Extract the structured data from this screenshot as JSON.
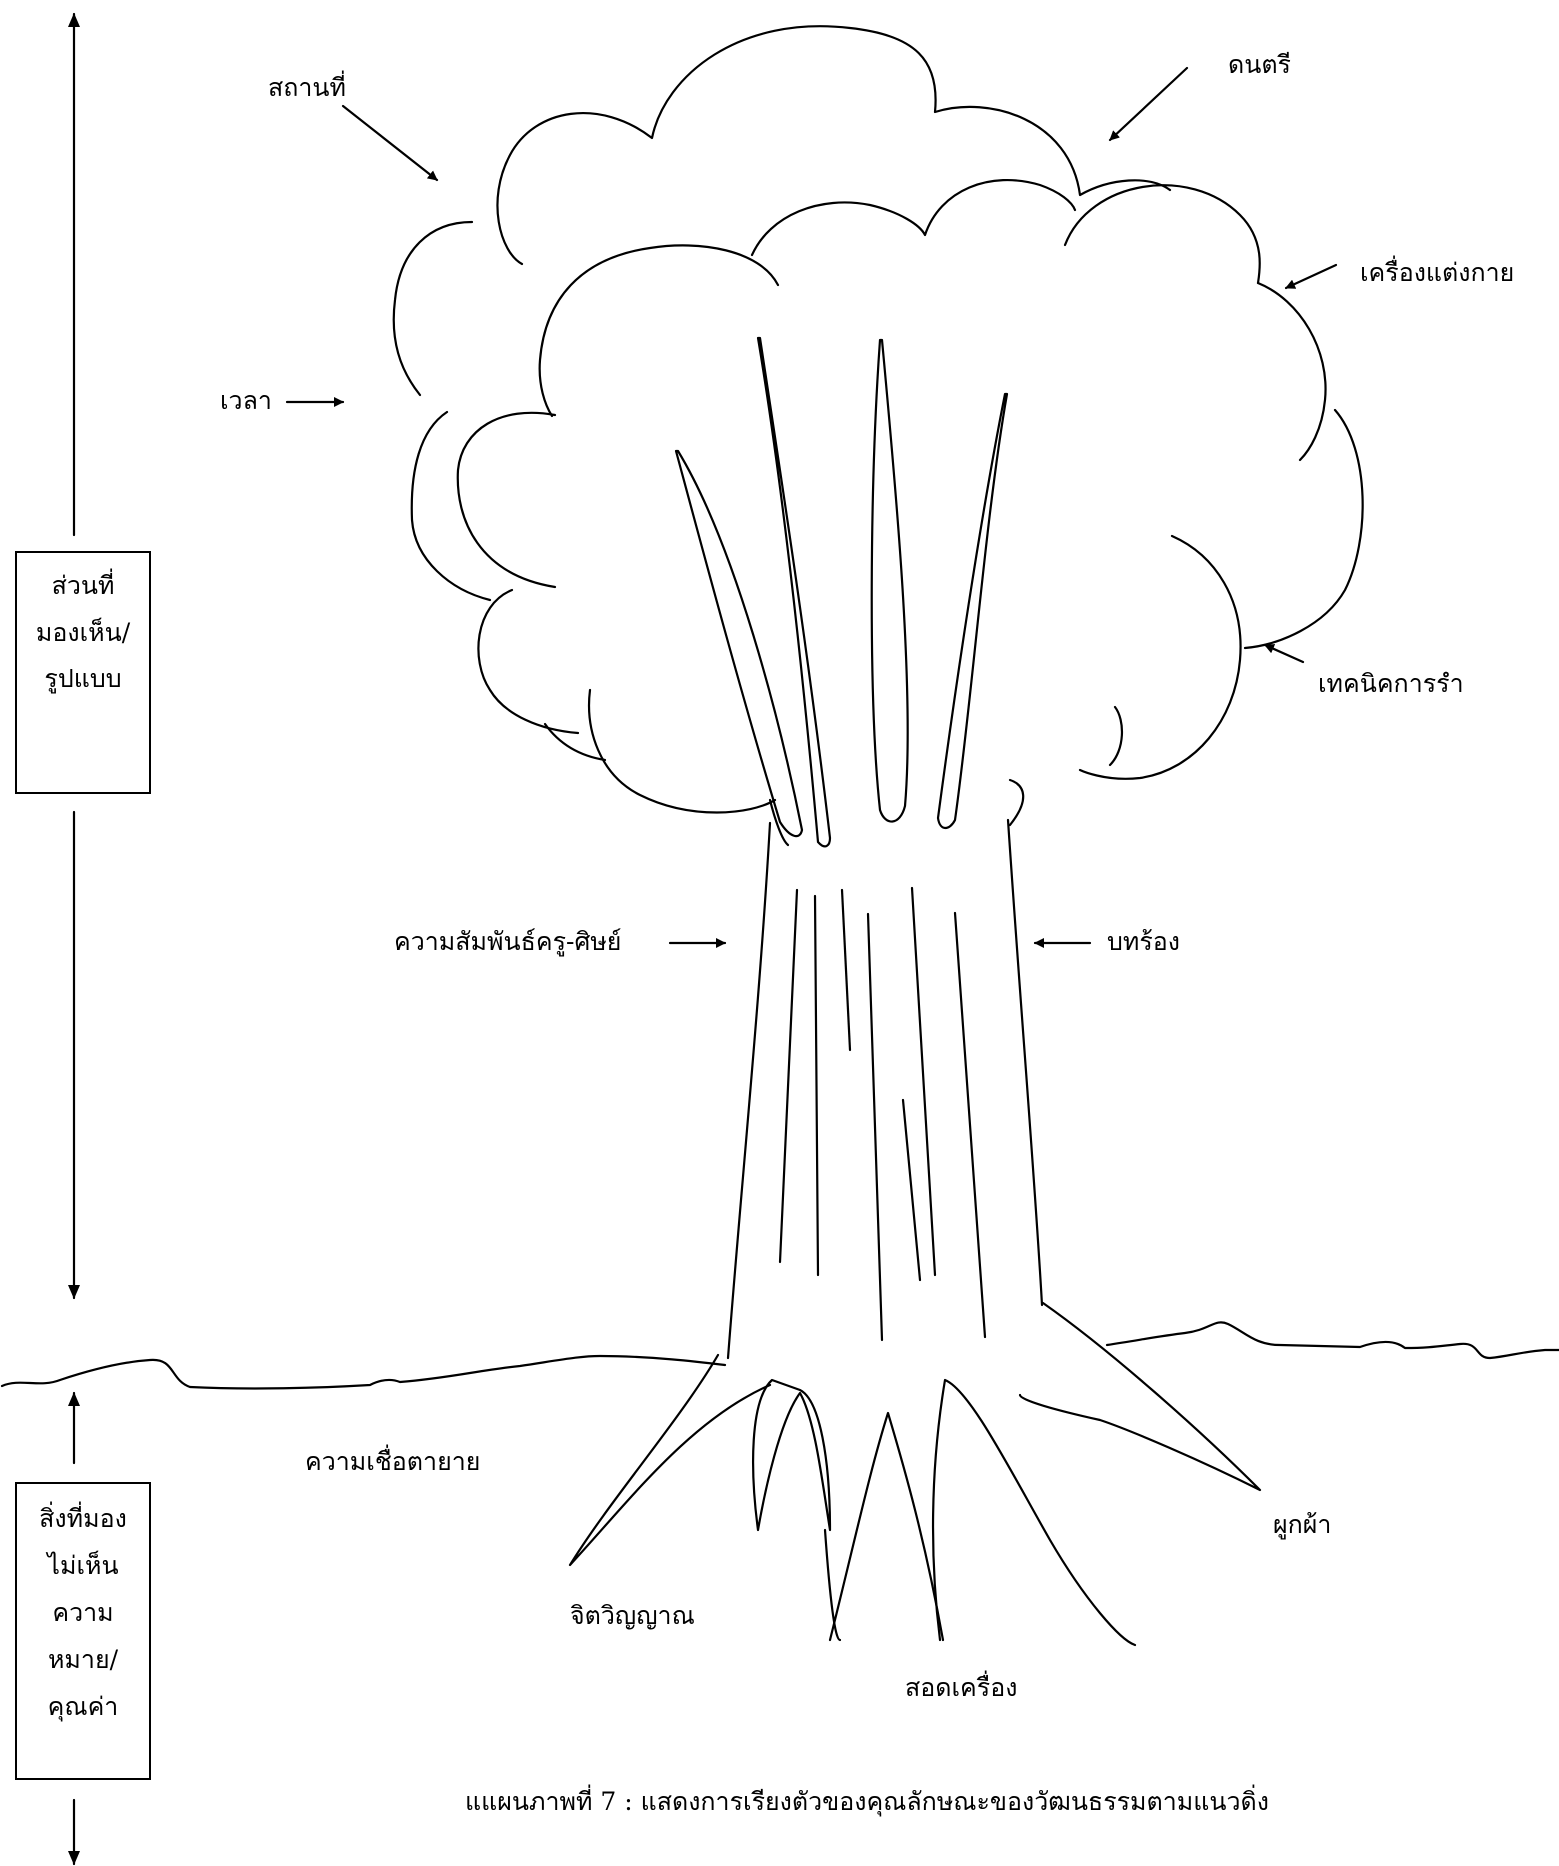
{
  "visible_section": {
    "label_lines": [
      "ส่วนที่",
      "มองเห็น/",
      "รูปแบบ"
    ]
  },
  "invisible_section": {
    "label_lines": [
      "สิ่งที่มอง",
      "ไม่เห็น",
      "ความ",
      "หมาย/",
      "คุณค่า"
    ]
  },
  "labels": {
    "place": "สถานที่",
    "music": "ดนตรี",
    "costume": "เครื่องแต่งกาย",
    "time": "เวลา",
    "dance_technique": "เทคนิคการรำ",
    "teacher_student": "ความสัมพันธ์ครู-ศิษย์",
    "lyrics": "บทร้อง",
    "belief": "ความเชื่อตายาย",
    "spirit": "จิตวิญญาณ",
    "sodkrueng": "สอดเครื่อง",
    "cloth_tying": "ผูกผ้า"
  },
  "caption": "แแผนภาพที่ 7 : แสดงการเรียงตัวของคุณลักษณะของวัฒนธรรมตามแนวดิ่ง"
}
